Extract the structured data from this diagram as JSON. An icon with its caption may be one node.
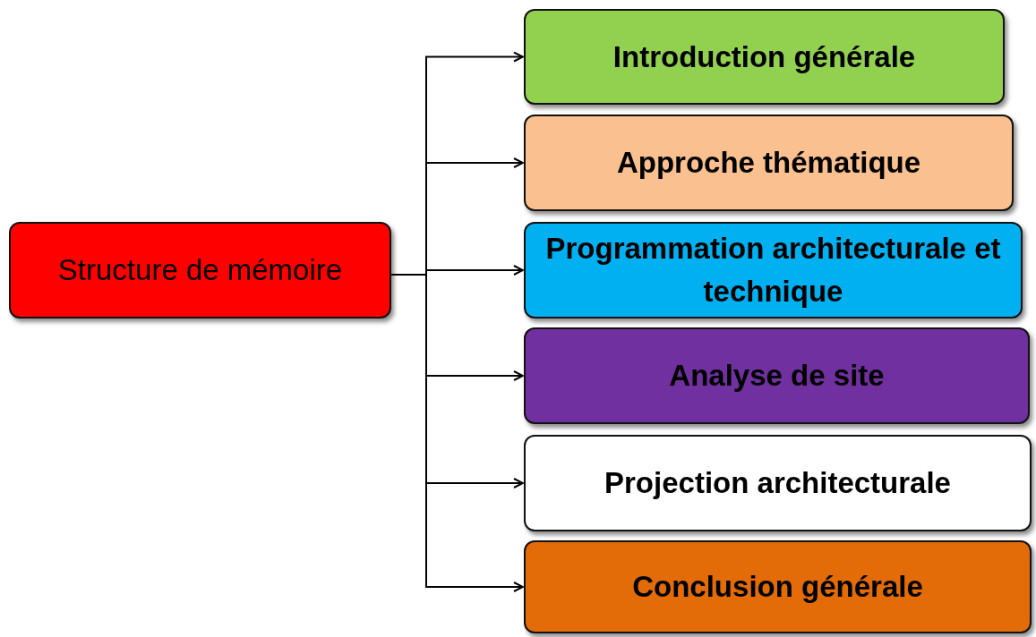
{
  "diagram": {
    "nodes": [
      {
        "text": [
          "Structure de mémoire"
        ]
      },
      {
        "text": [
          "Introduction générale"
        ]
      },
      {
        "text": [
          "Approche thématique"
        ]
      },
      {
        "text": [
          "Programmation architecturale et technique"
        ]
      },
      {
        "text": [
          "Analyse de site"
        ]
      },
      {
        "text": [
          "Projection architecturale"
        ]
      },
      {
        "text": [
          "Conclusion générale"
        ]
      }
    ],
    "edges": [
      {
        "from": 0,
        "to": 1,
        "arrow": "to"
      },
      {
        "from": 0,
        "to": 2,
        "arrow": "to"
      },
      {
        "from": 0,
        "to": 3,
        "arrow": "to"
      },
      {
        "from": 0,
        "to": 4,
        "arrow": "to"
      },
      {
        "from": 0,
        "to": 5,
        "arrow": "to"
      },
      {
        "from": 0,
        "to": 6,
        "arrow": "to"
      }
    ]
  }
}
